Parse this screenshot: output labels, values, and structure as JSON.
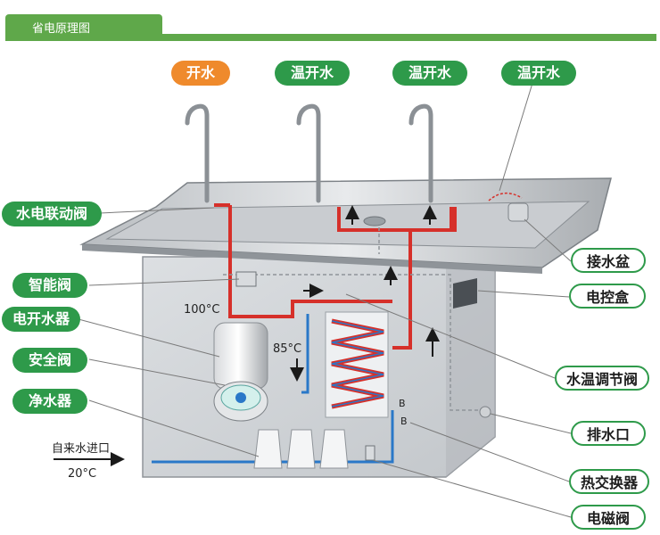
{
  "header": {
    "title": "省电原理图"
  },
  "outlets": {
    "boiling": "开水",
    "warm_1": "温开水",
    "warm_2": "温开水",
    "warm_3": "温开水"
  },
  "left_labels": {
    "linked_valve": "水电联动阀",
    "smart_valve": "智能阀",
    "kettle": "电开水器",
    "safety_valve": "安全阀",
    "purifier": "净水器"
  },
  "right_labels": {
    "basin": "接水盆",
    "control_box": "电控盒",
    "temp_valve": "水温调节阀",
    "drain": "排水口",
    "heat_exchanger": "热交换器",
    "solenoid_valve": "电磁阀"
  },
  "inlet": {
    "label": "自来水进口",
    "temp": "20°C"
  },
  "temps": {
    "boil": "100°C",
    "mid": "85°C"
  },
  "exchanger_marks": {
    "b1": "B",
    "b2": "B"
  },
  "colors": {
    "header_green": "#5fa84a",
    "pill_green": "#2e9a4a",
    "pill_orange": "#ef8a2c",
    "hot_pipe": "#d6302a",
    "cold_pipe": "#2a78c8"
  }
}
